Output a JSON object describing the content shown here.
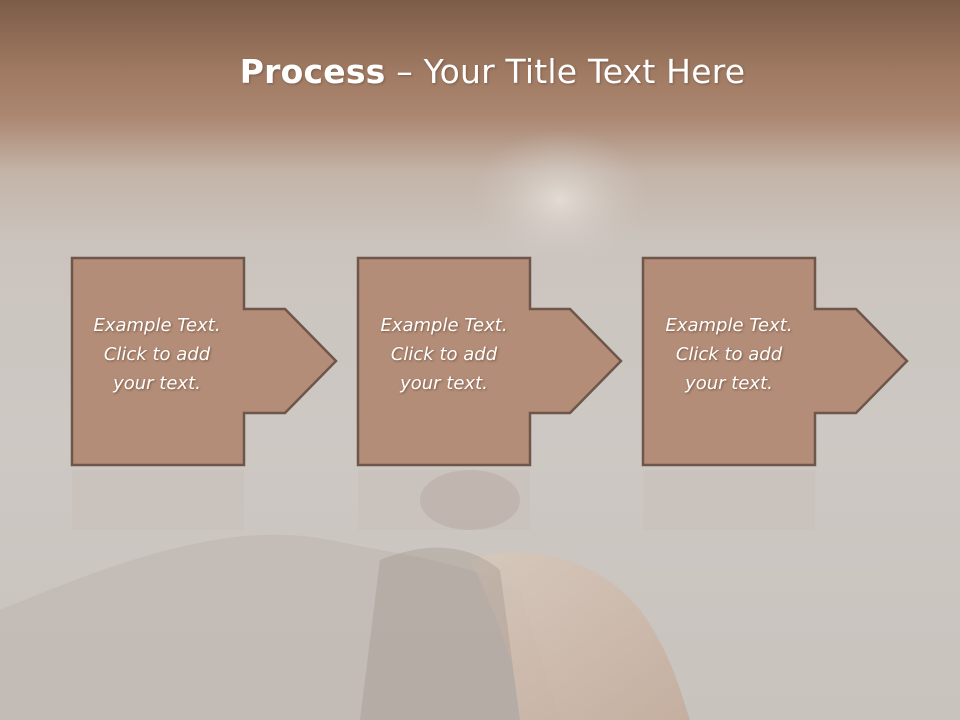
{
  "title": {
    "bold": "Process",
    "rest": " – Your Title Text Here"
  },
  "steps": [
    {
      "text": "Example Text.\nClick  to add\nyour text."
    },
    {
      "text": "Example Text.\nClick  to add\nyour text."
    },
    {
      "text": "Example Text.\nClick  to add\nyour text."
    }
  ],
  "colors": {
    "header_dark": "#7c5c48",
    "header_light": "#ab8670",
    "box_fill": "#b38d77",
    "box_border": "#6f564a",
    "background": "#cbc4be"
  }
}
